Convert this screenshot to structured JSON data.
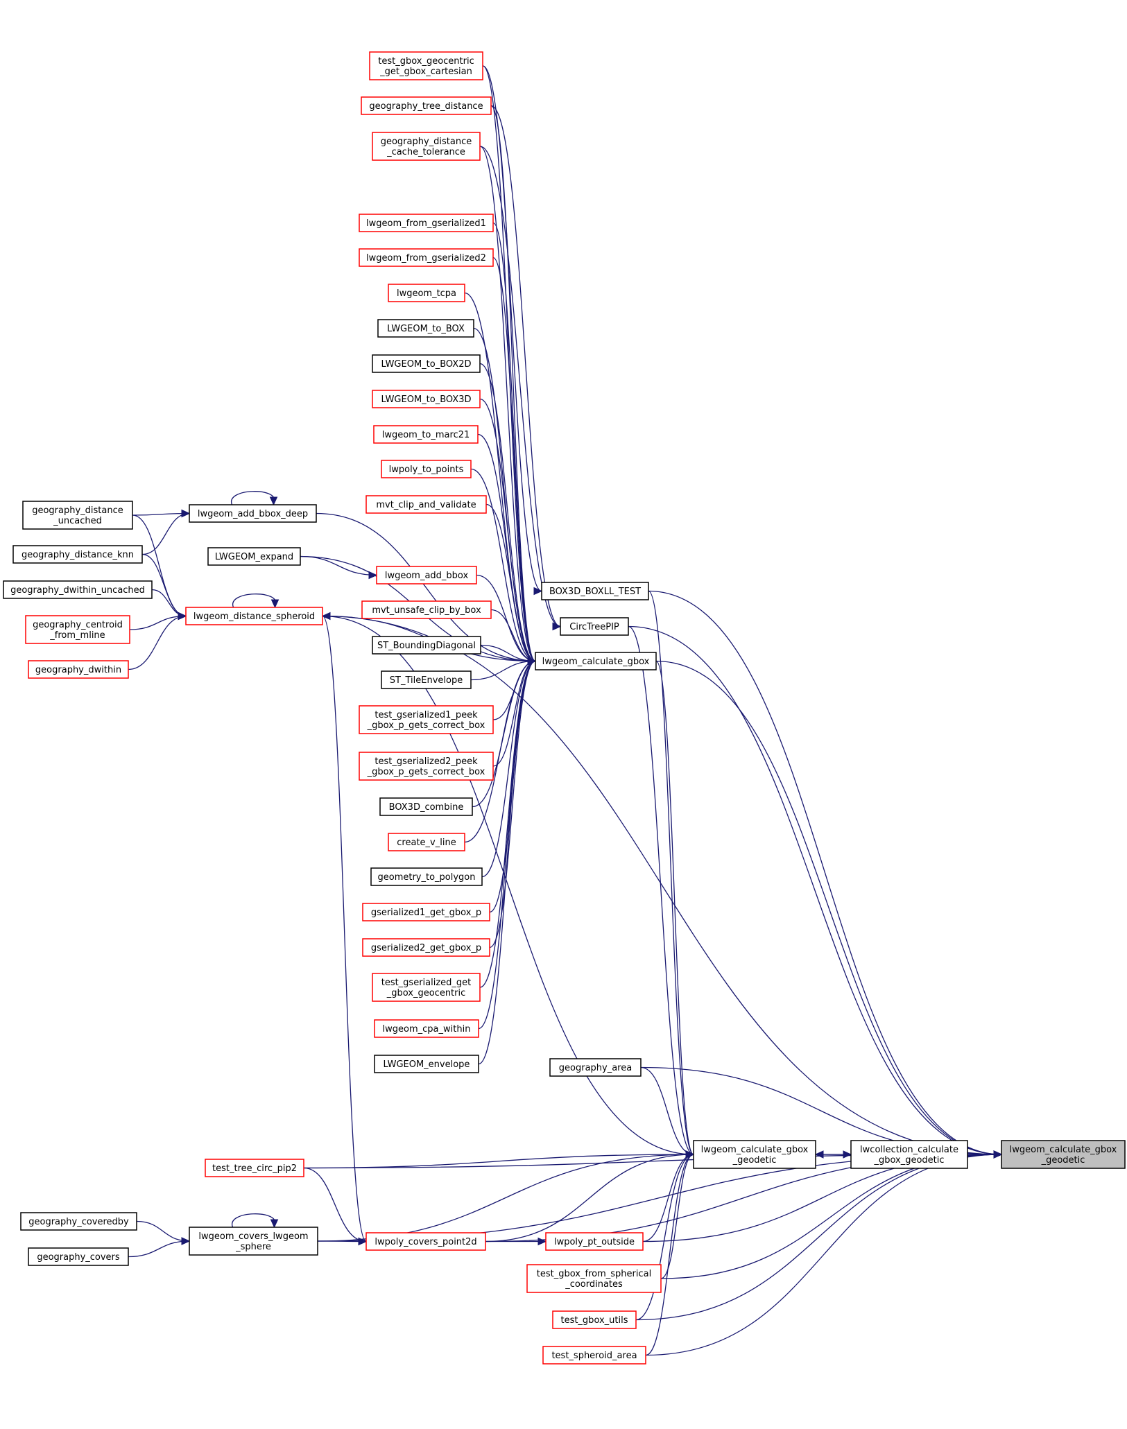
{
  "colors": {
    "edge": "#191970",
    "red_border": "#ff0000",
    "black_border": "#000000",
    "focus_fill": "#bfbfbf"
  },
  "nodes": [
    {
      "id": "target",
      "lines": [
        "lwgeom_calculate_gbox",
        "_geodetic"
      ],
      "border": "focus"
    },
    {
      "id": "lwgeom_calculate_gbox",
      "lines": [
        "lwgeom_calculate_gbox"
      ],
      "border": "black"
    },
    {
      "id": "lwcollection_calculate_gbox_geodetic",
      "lines": [
        "lwcollection_calculate",
        "_gbox_geodetic"
      ],
      "border": "black"
    },
    {
      "id": "lwgeom_calculate_gbox_geodetic",
      "lines": [
        "lwgeom_calculate_gbox",
        "_geodetic"
      ],
      "border": "black"
    },
    {
      "id": "box3d_boxll_test",
      "lines": [
        "BOX3D_BOXLL_TEST"
      ],
      "border": "black"
    },
    {
      "id": "circtreepip",
      "lines": [
        "CircTreePIP"
      ],
      "border": "black"
    },
    {
      "id": "geography_area",
      "lines": [
        "geography_area"
      ],
      "border": "black"
    },
    {
      "id": "test_gbox_geocentric_get_gbox_cartesian",
      "lines": [
        "test_gbox_geocentric",
        "_get_gbox_cartesian"
      ],
      "border": "red"
    },
    {
      "id": "geography_tree_distance",
      "lines": [
        "geography_tree_distance"
      ],
      "border": "red"
    },
    {
      "id": "geography_distance_cache_tolerance",
      "lines": [
        "geography_distance",
        "_cache_tolerance"
      ],
      "border": "red"
    },
    {
      "id": "lwgeom_from_gserialized1",
      "lines": [
        "lwgeom_from_gserialized1"
      ],
      "border": "red"
    },
    {
      "id": "lwgeom_from_gserialized2",
      "lines": [
        "lwgeom_from_gserialized2"
      ],
      "border": "red"
    },
    {
      "id": "lwgeom_tcpa",
      "lines": [
        "lwgeom_tcpa"
      ],
      "border": "red"
    },
    {
      "id": "lwgeom_to_box",
      "lines": [
        "LWGEOM_to_BOX"
      ],
      "border": "black"
    },
    {
      "id": "lwgeom_to_box2d",
      "lines": [
        "LWGEOM_to_BOX2D"
      ],
      "border": "black"
    },
    {
      "id": "lwgeom_to_box3d",
      "lines": [
        "LWGEOM_to_BOX3D"
      ],
      "border": "red"
    },
    {
      "id": "lwgeom_to_marc21",
      "lines": [
        "lwgeom_to_marc21"
      ],
      "border": "red"
    },
    {
      "id": "lwpoly_to_points",
      "lines": [
        "lwpoly_to_points"
      ],
      "border": "red"
    },
    {
      "id": "mvt_clip_and_validate",
      "lines": [
        "mvt_clip_and_validate"
      ],
      "border": "red"
    },
    {
      "id": "lwgeom_add_bbox",
      "lines": [
        "lwgeom_add_bbox"
      ],
      "border": "red"
    },
    {
      "id": "mvt_unsafe_clip_by_box",
      "lines": [
        "mvt_unsafe_clip_by_box"
      ],
      "border": "red"
    },
    {
      "id": "st_boundingdiagonal",
      "lines": [
        "ST_BoundingDiagonal"
      ],
      "border": "black"
    },
    {
      "id": "st_tileenvelope",
      "lines": [
        "ST_TileEnvelope"
      ],
      "border": "black"
    },
    {
      "id": "test_gserialized1_peek",
      "lines": [
        "test_gserialized1_peek",
        "_gbox_p_gets_correct_box"
      ],
      "border": "red"
    },
    {
      "id": "test_gserialized2_peek",
      "lines": [
        "test_gserialized2_peek",
        "_gbox_p_gets_correct_box"
      ],
      "border": "red"
    },
    {
      "id": "box3d_combine",
      "lines": [
        "BOX3D_combine"
      ],
      "border": "black"
    },
    {
      "id": "create_v_line",
      "lines": [
        "create_v_line"
      ],
      "border": "red"
    },
    {
      "id": "geometry_to_polygon",
      "lines": [
        "geometry_to_polygon"
      ],
      "border": "black"
    },
    {
      "id": "gserialized1_get_gbox_p",
      "lines": [
        "gserialized1_get_gbox_p"
      ],
      "border": "red"
    },
    {
      "id": "gserialized2_get_gbox_p",
      "lines": [
        "gserialized2_get_gbox_p"
      ],
      "border": "red"
    },
    {
      "id": "test_gserialized_get_gbox_geocentric",
      "lines": [
        "test_gserialized_get",
        "_gbox_geocentric"
      ],
      "border": "red"
    },
    {
      "id": "lwgeom_cpa_within",
      "lines": [
        "lwgeom_cpa_within"
      ],
      "border": "red"
    },
    {
      "id": "lwgeom_envelope",
      "lines": [
        "LWGEOM_envelope"
      ],
      "border": "black"
    },
    {
      "id": "lwgeom_add_bbox_deep",
      "lines": [
        "lwgeom_add_bbox_deep"
      ],
      "border": "black"
    },
    {
      "id": "lwgeom_expand",
      "lines": [
        "LWGEOM_expand"
      ],
      "border": "black"
    },
    {
      "id": "lwgeom_distance_spheroid",
      "lines": [
        "lwgeom_distance_spheroid"
      ],
      "border": "red"
    },
    {
      "id": "geography_distance_uncached",
      "lines": [
        "geography_distance",
        "_uncached"
      ],
      "border": "black"
    },
    {
      "id": "geography_distance_knn",
      "lines": [
        "geography_distance_knn"
      ],
      "border": "black"
    },
    {
      "id": "geography_dwithin_uncached",
      "lines": [
        "geography_dwithin_uncached"
      ],
      "border": "black"
    },
    {
      "id": "geography_centroid_from_mline",
      "lines": [
        "geography_centroid",
        "_from_mline"
      ],
      "border": "red"
    },
    {
      "id": "geography_dwithin",
      "lines": [
        "geography_dwithin"
      ],
      "border": "red"
    },
    {
      "id": "test_tree_circ_pip2",
      "lines": [
        "test_tree_circ_pip2"
      ],
      "border": "red"
    },
    {
      "id": "lwgeom_covers_lwgeom_sphere",
      "lines": [
        "lwgeom_covers_lwgeom",
        "_sphere"
      ],
      "border": "black"
    },
    {
      "id": "lwpoly_covers_point2d",
      "lines": [
        "lwpoly_covers_point2d"
      ],
      "border": "red"
    },
    {
      "id": "lwpoly_pt_outside",
      "lines": [
        "lwpoly_pt_outside"
      ],
      "border": "red"
    },
    {
      "id": "geography_coveredby",
      "lines": [
        "geography_coveredby"
      ],
      "border": "black"
    },
    {
      "id": "geography_covers",
      "lines": [
        "geography_covers"
      ],
      "border": "black"
    },
    {
      "id": "test_gbox_from_spherical_coordinates",
      "lines": [
        "test_gbox_from_spherical",
        "_coordinates"
      ],
      "border": "red"
    },
    {
      "id": "test_gbox_utils",
      "lines": [
        "test_gbox_utils"
      ],
      "border": "red"
    },
    {
      "id": "test_spheroid_area",
      "lines": [
        "test_spheroid_area"
      ],
      "border": "red"
    }
  ],
  "edges": [
    [
      "lwcollection_calculate_gbox_geodetic",
      "target"
    ],
    [
      "lwgeom_calculate_gbox_geodetic",
      "lwcollection_calculate_gbox_geodetic"
    ],
    [
      "lwcollection_calculate_gbox_geodetic",
      "lwgeom_calculate_gbox_geodetic"
    ],
    [
      "box3d_boxll_test",
      "target"
    ],
    [
      "circtreepip",
      "target"
    ],
    [
      "lwgeom_calculate_gbox",
      "target"
    ],
    [
      "geography_area",
      "target"
    ],
    [
      "lwgeom_distance_spheroid",
      "target"
    ],
    [
      "test_tree_circ_pip2",
      "target"
    ],
    [
      "lwgeom_covers_lwgeom_sphere",
      "target"
    ],
    [
      "lwpoly_covers_point2d",
      "target"
    ],
    [
      "lwpoly_pt_outside",
      "target"
    ],
    [
      "test_gbox_from_spherical_coordinates",
      "target"
    ],
    [
      "test_gbox_utils",
      "target"
    ],
    [
      "test_spheroid_area",
      "target"
    ],
    [
      "box3d_boxll_test",
      "lwgeom_calculate_gbox_geodetic"
    ],
    [
      "circtreepip",
      "lwgeom_calculate_gbox_geodetic"
    ],
    [
      "lwgeom_calculate_gbox",
      "lwgeom_calculate_gbox_geodetic"
    ],
    [
      "geography_area",
      "lwgeom_calculate_gbox_geodetic"
    ],
    [
      "lwgeom_distance_spheroid",
      "lwgeom_calculate_gbox_geodetic"
    ],
    [
      "test_tree_circ_pip2",
      "lwgeom_calculate_gbox_geodetic"
    ],
    [
      "lwgeom_covers_lwgeom_sphere",
      "lwgeom_calculate_gbox_geodetic"
    ],
    [
      "lwpoly_covers_point2d",
      "lwgeom_calculate_gbox_geodetic"
    ],
    [
      "lwpoly_pt_outside",
      "lwgeom_calculate_gbox_geodetic"
    ],
    [
      "test_gbox_from_spherical_coordinates",
      "lwgeom_calculate_gbox_geodetic"
    ],
    [
      "test_gbox_utils",
      "lwgeom_calculate_gbox_geodetic"
    ],
    [
      "test_spheroid_area",
      "lwgeom_calculate_gbox_geodetic"
    ],
    [
      "test_gbox_geocentric_get_gbox_cartesian",
      "box3d_boxll_test"
    ],
    [
      "test_gbox_geocentric_get_gbox_cartesian",
      "lwgeom_calculate_gbox"
    ],
    [
      "geography_tree_distance",
      "circtreepip"
    ],
    [
      "geography_tree_distance",
      "lwgeom_calculate_gbox"
    ],
    [
      "geography_distance_cache_tolerance",
      "circtreepip"
    ],
    [
      "geography_distance_cache_tolerance",
      "lwgeom_calculate_gbox"
    ],
    [
      "lwgeom_from_gserialized1",
      "lwgeom_calculate_gbox"
    ],
    [
      "lwgeom_from_gserialized2",
      "lwgeom_calculate_gbox"
    ],
    [
      "lwgeom_tcpa",
      "lwgeom_calculate_gbox"
    ],
    [
      "lwgeom_to_box",
      "lwgeom_calculate_gbox"
    ],
    [
      "lwgeom_to_box2d",
      "lwgeom_calculate_gbox"
    ],
    [
      "lwgeom_to_box3d",
      "lwgeom_calculate_gbox"
    ],
    [
      "lwgeom_to_marc21",
      "lwgeom_calculate_gbox"
    ],
    [
      "lwpoly_to_points",
      "lwgeom_calculate_gbox"
    ],
    [
      "mvt_clip_and_validate",
      "lwgeom_calculate_gbox"
    ],
    [
      "lwgeom_add_bbox",
      "lwgeom_calculate_gbox"
    ],
    [
      "mvt_unsafe_clip_by_box",
      "lwgeom_calculate_gbox"
    ],
    [
      "st_boundingdiagonal",
      "lwgeom_calculate_gbox"
    ],
    [
      "st_tileenvelope",
      "lwgeom_calculate_gbox"
    ],
    [
      "test_gserialized1_peek",
      "lwgeom_calculate_gbox"
    ],
    [
      "test_gserialized2_peek",
      "lwgeom_calculate_gbox"
    ],
    [
      "box3d_combine",
      "lwgeom_calculate_gbox"
    ],
    [
      "create_v_line",
      "lwgeom_calculate_gbox"
    ],
    [
      "geometry_to_polygon",
      "lwgeom_calculate_gbox"
    ],
    [
      "gserialized1_get_gbox_p",
      "lwgeom_calculate_gbox"
    ],
    [
      "gserialized2_get_gbox_p",
      "lwgeom_calculate_gbox"
    ],
    [
      "test_gserialized_get_gbox_geocentric",
      "lwgeom_calculate_gbox"
    ],
    [
      "lwgeom_cpa_within",
      "lwgeom_calculate_gbox"
    ],
    [
      "lwgeom_envelope",
      "lwgeom_calculate_gbox"
    ],
    [
      "lwgeom_add_bbox_deep",
      "lwgeom_calculate_gbox"
    ],
    [
      "lwgeom_expand",
      "lwgeom_calculate_gbox"
    ],
    [
      "lwgeom_expand",
      "lwgeom_add_bbox"
    ],
    [
      "lwgeom_add_bbox_deep",
      "lwgeom_add_bbox_deep"
    ],
    [
      "geography_distance_uncached",
      "lwgeom_add_bbox_deep"
    ],
    [
      "geography_distance_knn",
      "lwgeom_add_bbox_deep"
    ],
    [
      "lwgeom_distance_spheroid",
      "lwgeom_distance_spheroid"
    ],
    [
      "geography_distance_uncached",
      "lwgeom_distance_spheroid"
    ],
    [
      "geography_distance_knn",
      "lwgeom_distance_spheroid"
    ],
    [
      "geography_dwithin_uncached",
      "lwgeom_distance_spheroid"
    ],
    [
      "geography_centroid_from_mline",
      "lwgeom_distance_spheroid"
    ],
    [
      "geography_dwithin",
      "lwgeom_distance_spheroid"
    ],
    [
      "lwgeom_distance_spheroid",
      "lwgeom_calculate_gbox"
    ],
    [
      "test_tree_circ_pip2",
      "lwpoly_covers_point2d"
    ],
    [
      "lwgeom_covers_lwgeom_sphere",
      "lwgeom_covers_lwgeom_sphere"
    ],
    [
      "geography_coveredby",
      "lwgeom_covers_lwgeom_sphere"
    ],
    [
      "geography_covers",
      "lwgeom_covers_lwgeom_sphere"
    ],
    [
      "lwgeom_covers_lwgeom_sphere",
      "lwpoly_covers_point2d"
    ],
    [
      "lwpoly_covers_point2d",
      "lwpoly_pt_outside"
    ],
    [
      "lwpoly_covers_point2d",
      "lwgeom_distance_spheroid"
    ]
  ]
}
